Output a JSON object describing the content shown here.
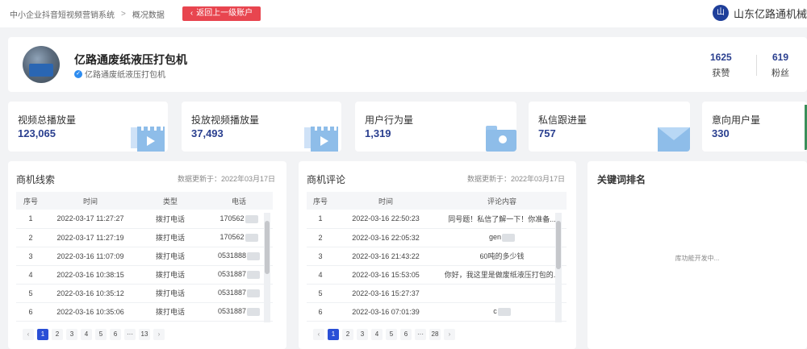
{
  "topbar": {
    "breadcrumb_root": "中小企业抖音短视频营销系统",
    "breadcrumb_sep": ">",
    "breadcrumb_current": "概况数据",
    "back_button": "返回上一级账户",
    "account_logo": "山",
    "account_name": "山东亿路通机械"
  },
  "profile": {
    "name": "亿路通废纸液压打包机",
    "handle": "亿路通废纸液压打包机",
    "stats": [
      {
        "value": "1625",
        "label": "获赞"
      },
      {
        "value": "619",
        "label": "粉丝"
      }
    ]
  },
  "metrics": [
    {
      "label": "视频总播放量",
      "value": "123,065",
      "icon": "video-icon"
    },
    {
      "label": "投放视频播放量",
      "value": "37,493",
      "icon": "video-icon"
    },
    {
      "label": "用户行为量",
      "value": "1,319",
      "icon": "folder-user-icon"
    },
    {
      "label": "私信跟进量",
      "value": "757",
      "icon": "mail-icon"
    },
    {
      "label": "意向用户量",
      "value": "330",
      "icon": ""
    }
  ],
  "leads": {
    "title": "商机线索",
    "updated": "数据更新于：2022年03月17日",
    "columns": [
      "序号",
      "时间",
      "类型",
      "电话"
    ],
    "rows": [
      {
        "index": "1",
        "time": "2022-03-17 11:27:27",
        "type": "拨打电话",
        "phone": "170562"
      },
      {
        "index": "2",
        "time": "2022-03-17 11:27:19",
        "type": "拨打电话",
        "phone": "170562"
      },
      {
        "index": "3",
        "time": "2022-03-16 11:07:09",
        "type": "拨打电话",
        "phone": "0531888"
      },
      {
        "index": "4",
        "time": "2022-03-16 10:38:15",
        "type": "拨打电话",
        "phone": "0531887"
      },
      {
        "index": "5",
        "time": "2022-03-16 10:35:12",
        "type": "拨打电话",
        "phone": "0531887"
      },
      {
        "index": "6",
        "time": "2022-03-16 10:35:06",
        "type": "拨打电话",
        "phone": "0531887"
      }
    ],
    "pages": [
      "1",
      "2",
      "3",
      "4",
      "5",
      "6",
      "···",
      "13"
    ],
    "active_page": "1"
  },
  "comments": {
    "title": "商机评论",
    "updated": "数据更新于：2022年03月17日",
    "columns": [
      "序号",
      "时间",
      "评论内容"
    ],
    "rows": [
      {
        "index": "1",
        "time": "2022-03-16 22:50:23",
        "content": "同号题！私信了解一下！你准备..."
      },
      {
        "index": "2",
        "time": "2022-03-16 22:05:32",
        "content": "gen"
      },
      {
        "index": "3",
        "time": "2022-03-16 21:43:22",
        "content": "60吨的多少钱"
      },
      {
        "index": "4",
        "time": "2022-03-16 15:53:05",
        "content": "你好，我这里是做废纸液压打包的..."
      },
      {
        "index": "5",
        "time": "2022-03-16 15:27:37",
        "content": ""
      },
      {
        "index": "6",
        "time": "2022-03-16 07:01:39",
        "content": "c"
      }
    ],
    "pages": [
      "1",
      "2",
      "3",
      "4",
      "5",
      "6",
      "···",
      "28"
    ],
    "active_page": "1"
  },
  "keywords": {
    "title": "关键词排名",
    "loading": "库功能开发中..."
  }
}
